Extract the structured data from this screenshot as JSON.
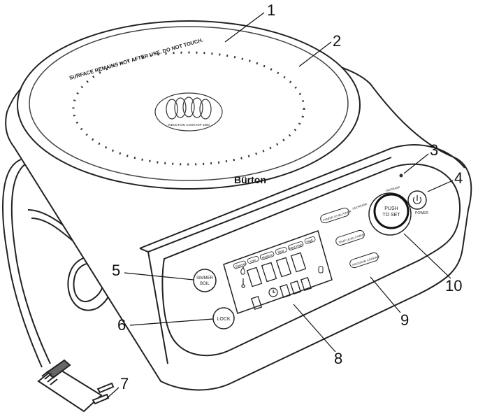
{
  "diagram": {
    "brand_logo": "Bürton",
    "warning_text": "SURFACE REMAINS HOT AFTER USE. DO NOT TOUCH.",
    "center_badge_text": "INDUCTION COOKTOP 1800",
    "panel": {
      "simmer_boil": [
        "SIMMER",
        "BOIL"
      ],
      "lock": "LOCK",
      "power_level_timer": "POWER LEVEL/TIMER",
      "temp_level_timer": "TEMP LEVEL/TIMER",
      "program_cooking": "PROGRAM COOKING",
      "decrease": "DECREASE",
      "increase": "INCREASE",
      "push_to_set": [
        "PUSH",
        "TO SET"
      ],
      "power": "POWER",
      "lcd_modes": [
        "Simmer",
        "Low",
        "Medium",
        "Med",
        "Med-High",
        "High"
      ]
    },
    "callouts": [
      "1",
      "2",
      "3",
      "4",
      "5",
      "6",
      "7",
      "8",
      "9",
      "10"
    ]
  }
}
